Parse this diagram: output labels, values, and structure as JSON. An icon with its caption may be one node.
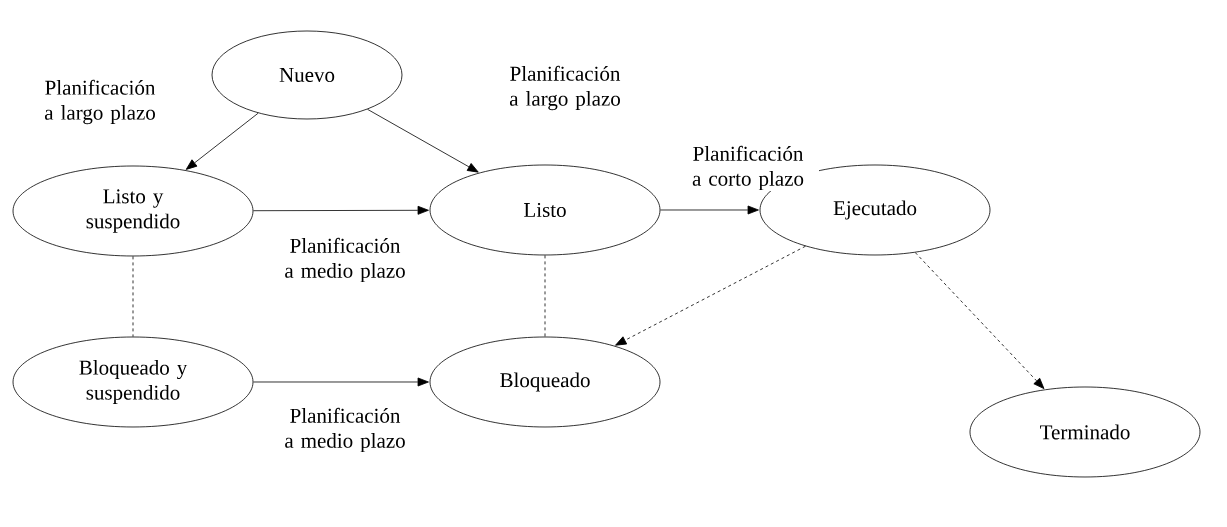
{
  "diagram": {
    "nodes": [
      {
        "text": [
          "Nuevo"
        ]
      },
      {
        "text": [
          "Listo y suspendido"
        ]
      },
      {
        "text": [
          "Listo"
        ]
      },
      {
        "text": [
          "Ejecutado"
        ]
      },
      {
        "text": [
          "Bloqueado y suspendido"
        ]
      },
      {
        "text": [
          "Bloqueado"
        ]
      },
      {
        "text": [
          "Terminado"
        ]
      }
    ],
    "edges": [
      {
        "from": 0,
        "to": 1,
        "arrow": "to",
        "label": "Planificación a largo plazo"
      },
      {
        "from": 0,
        "to": 2,
        "arrow": "to",
        "label": "Planificación a largo plazo"
      },
      {
        "from": 1,
        "to": 2,
        "arrow": "to",
        "label": "Planificación a medio plazo"
      },
      {
        "from": 2,
        "to": 3,
        "arrow": "to",
        "label": "Planificación a corto plazo"
      },
      {
        "from": 1,
        "to": 4,
        "arrow": "none",
        "style": "dashed"
      },
      {
        "from": 2,
        "to": 5,
        "arrow": "none",
        "style": "dashed"
      },
      {
        "from": 3,
        "to": 5,
        "arrow": "to",
        "style": "dashed"
      },
      {
        "from": 3,
        "to": 6,
        "arrow": "to",
        "style": "dashed"
      },
      {
        "from": 4,
        "to": 5,
        "arrow": "to",
        "label": "Planificación a medio plazo"
      }
    ]
  }
}
